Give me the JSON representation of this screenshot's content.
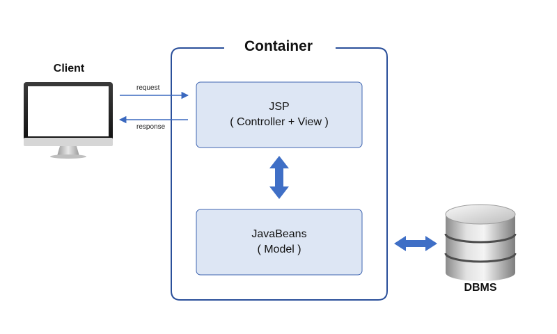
{
  "client": {
    "label": "Client"
  },
  "container": {
    "title": "Container"
  },
  "arrows": {
    "request": "request",
    "response": "response"
  },
  "jsp": {
    "line1": "JSP",
    "line2": "( Controller + View )"
  },
  "javabeans": {
    "line1": "JavaBeans",
    "line2": "( Model )"
  },
  "dbms": {
    "label": "DBMS"
  },
  "colors": {
    "container_border": "#2a4f9a",
    "box_fill": "#dde6f4",
    "box_border": "#3e64b0",
    "arrow": "#3a68bf"
  }
}
